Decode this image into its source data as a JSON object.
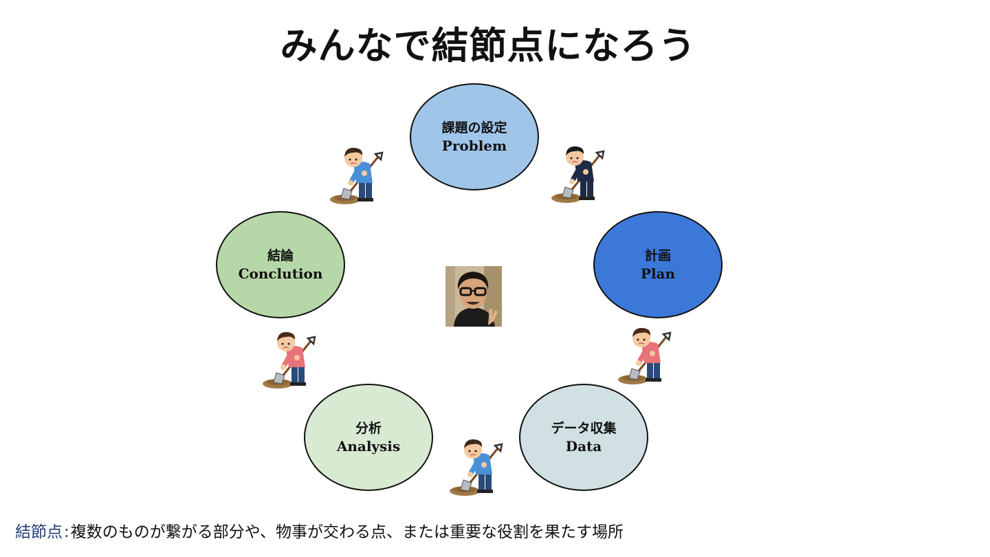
{
  "title": "みんなで結節点になろう",
  "nodes": {
    "problem": {
      "jp": "課題の設定",
      "en": "Problem",
      "color": "#9fc5e8"
    },
    "plan": {
      "jp": "計画",
      "en": "Plan",
      "color": "#3c78d8"
    },
    "data": {
      "jp": "データ収集",
      "en": "Data",
      "color": "#d0e0e3"
    },
    "analysis": {
      "jp": "分析",
      "en": "Analysis",
      "color": "#d9ead3"
    },
    "conclusion": {
      "jp": "結論",
      "en": "Conclution",
      "color": "#b6d7a8"
    }
  },
  "center": {
    "icon": "person-photo-icon"
  },
  "illustrations": [
    "digging-man-icon",
    "digging-businessman-icon",
    "digging-woman-icon",
    "digging-woman-icon",
    "digging-man-icon"
  ],
  "definition": {
    "term": "結節点",
    "separator": ":",
    "text": "複数のものが繋がる部分や、物事が交わる点、または重要な役割を果たす場所"
  }
}
